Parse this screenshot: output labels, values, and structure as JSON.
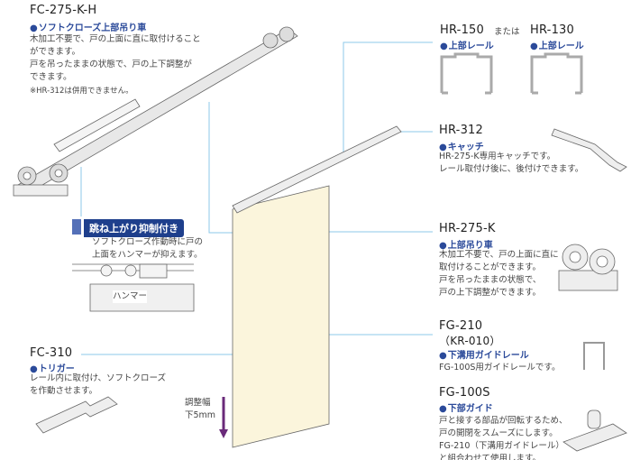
{
  "fc275": {
    "title": "FC-275-K-H",
    "subtitle": "ソフトクローズ上部吊り車",
    "desc": [
      "木加工不要で、戸の上面に直に取付けること",
      "ができます。",
      "戸を吊ったままの状態で、戸の上下調整が",
      "できます。"
    ],
    "note": "※HR-312は併用できません。"
  },
  "callout": {
    "title": "跳ね上がり抑制付き",
    "desc": [
      "ソフトクローズ作動時に戸の",
      "上面をハンマーが抑えます。"
    ],
    "hammer": "ハンマー"
  },
  "fc310": {
    "title": "FC-310",
    "subtitle": "トリガー",
    "desc": [
      "レール内に取付け、ソフトクローズ",
      "を作動させます。"
    ]
  },
  "adjust": {
    "label1": "調整幅",
    "label2": "下5mm"
  },
  "rails": {
    "hr150": "HR-150",
    "or": "または",
    "hr130": "HR-130",
    "subtitle": "上部レール"
  },
  "hr312": {
    "title": "HR-312",
    "subtitle": "キャッチ",
    "desc": [
      "HR-275-K専用キャッチです。",
      "レール取付け後に、後付けできます。"
    ]
  },
  "hr275": {
    "title": "HR-275-K",
    "subtitle": "上部吊り車",
    "desc": [
      "木加工不要で、戸の上面に直に",
      "取付けることができます。",
      "戸を吊ったままの状態で、",
      "戸の上下調整ができます。"
    ]
  },
  "fg210": {
    "title": "FG-210",
    "alt": "（KR-010）",
    "subtitle": "下溝用ガイドレール",
    "desc": "FG-100S用ガイドレールです。"
  },
  "fg100": {
    "title": "FG-100S",
    "subtitle": "下部ガイド",
    "desc": [
      "戸と接する部品が回転するため、",
      "戸の開閉をスムーズにします。",
      "FG-210（下溝用ガイドレール）",
      "と組合わせて使用します。"
    ]
  },
  "colors": {
    "accent": "#2b4a9a",
    "leader": "#8cc8ea",
    "door": "#fbf5dc",
    "arrow": "#6a2a7a"
  }
}
